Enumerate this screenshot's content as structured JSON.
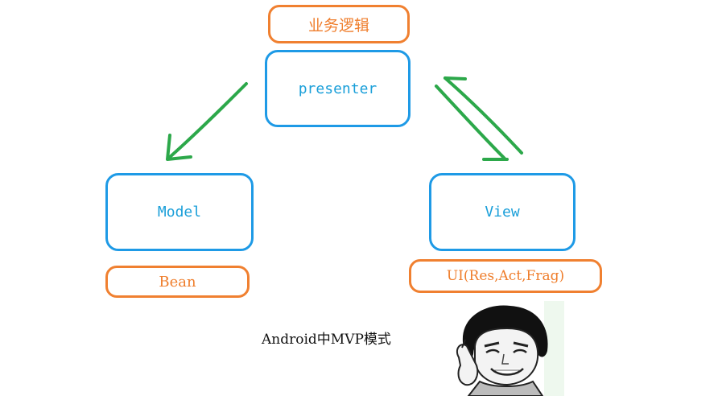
{
  "nodes": {
    "business_logic": "业务逻辑",
    "presenter": "presenter",
    "model": "Model",
    "view": "View",
    "bean": "Bean",
    "ui": "UI(Res,Act,Frag)"
  },
  "caption": "Android中MVP模式",
  "colors": {
    "node_border": "#1e9ae6",
    "node_text": "#1a9fd9",
    "annotation_border": "#f08030",
    "annotation_text": "#ef7d2b",
    "arrow": "#2ca84a"
  },
  "edges": [
    {
      "from": "presenter",
      "to": "model",
      "direction": "one-way"
    },
    {
      "from": "presenter",
      "to": "view",
      "direction": "two-way"
    }
  ],
  "decorations": {
    "meme_image": "pointing-head-meme-face"
  }
}
